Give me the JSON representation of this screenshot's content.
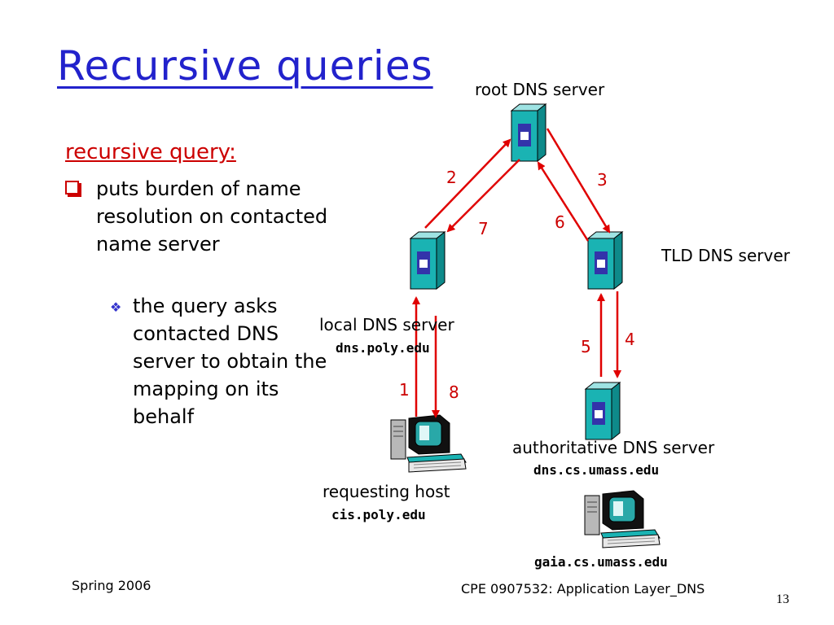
{
  "slide": {
    "title": "Recursive queries",
    "subheading": "recursive query:",
    "bullet1": "puts burden of name resolution on contacted name server",
    "bullet2": "the query asks contacted DNS server to obtain the mapping on its behalf"
  },
  "diagram": {
    "root_label": "root DNS server",
    "tld_label": "TLD DNS server",
    "local_label": "local DNS server",
    "local_domain": "dns.poly.edu",
    "auth_label": "authoritative DNS server",
    "auth_domain": "dns.cs.umass.edu",
    "host_label": "requesting host",
    "host_domain": "cis.poly.edu",
    "target_domain": "gaia.cs.umass.edu",
    "steps": [
      "1",
      "2",
      "3",
      "4",
      "5",
      "6",
      "7",
      "8"
    ]
  },
  "footer": {
    "left": "Spring 2006",
    "center": "CPE 0907532: Application Layer_DNS",
    "page": "13"
  },
  "colors": {
    "title": "#2222cc",
    "accent": "#cc0000",
    "server": "#1ab3b3"
  }
}
